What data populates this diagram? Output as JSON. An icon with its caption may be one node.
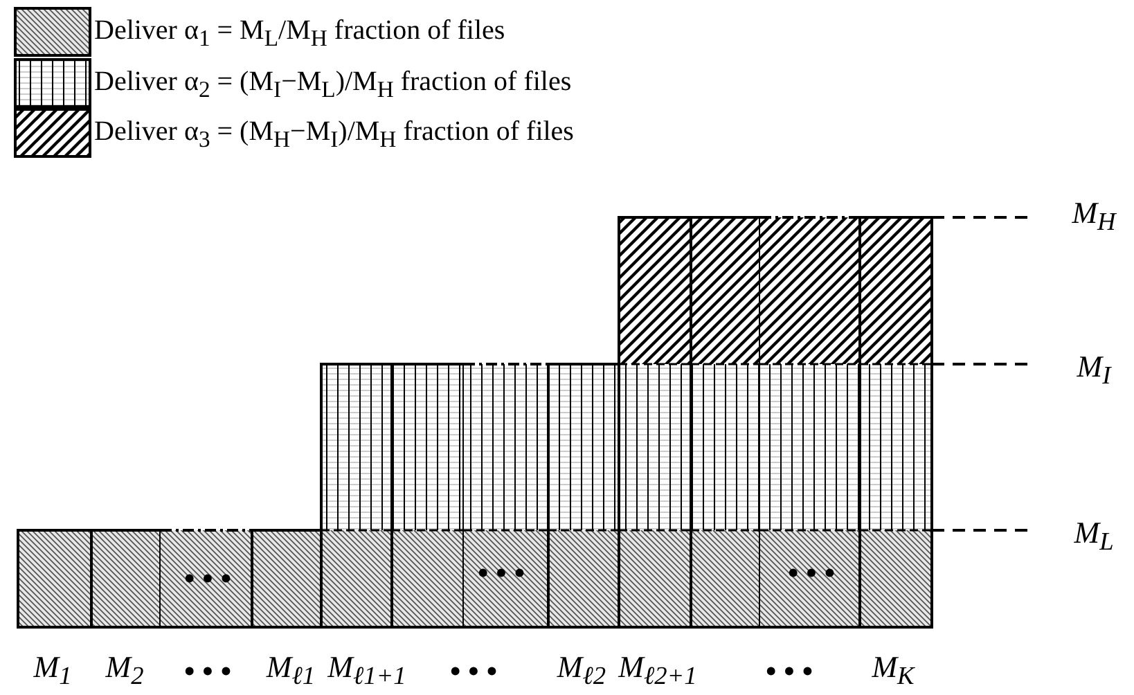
{
  "diagram": {
    "legend": [
      {
        "text": "Deliver α$_{1}$ = M$_{L}$/M$_{H}$ fraction of files"
      },
      {
        "text": "Deliver α$_{2}$ = (M$_{I}$−M$_{L}$)/M$_{H}$ fraction of files"
      },
      {
        "text": "Deliver α$_{3}$ = (M$_{H}$−M$_{I}$)/M$_{H}$ fraction of files"
      }
    ],
    "labels": [
      "M$_{H}$",
      "M$_{I}$",
      "M$_{L}$",
      "• • •",
      "• • •",
      "• • •",
      "M$_{1}$",
      "M$_{2}$",
      "• • •",
      "M$_{ℓ1}$",
      "M$_{ℓ1+1}$",
      "• • •",
      "M$_{ℓ2}$",
      "M$_{ℓ2+1}$",
      "• • •",
      "M$_{K}$"
    ]
  }
}
